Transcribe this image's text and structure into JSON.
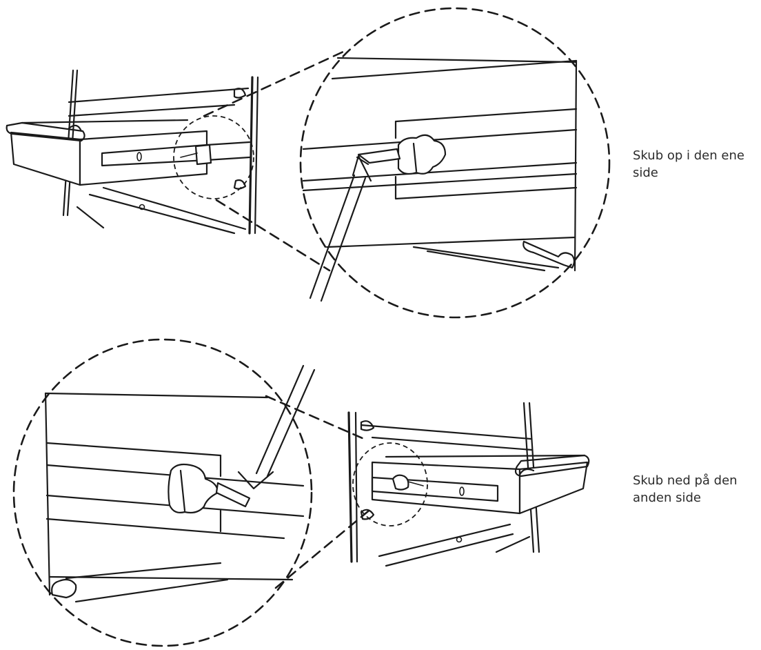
{
  "captions": [
    {
      "line1": "Skub op i den ene",
      "line2": "side"
    },
    {
      "line1": "Skub ned på den",
      "line2": "anden side"
    }
  ],
  "colors": {
    "ink": "#1a1a1a",
    "background": "#ffffff",
    "text": "#2b2b2b"
  }
}
